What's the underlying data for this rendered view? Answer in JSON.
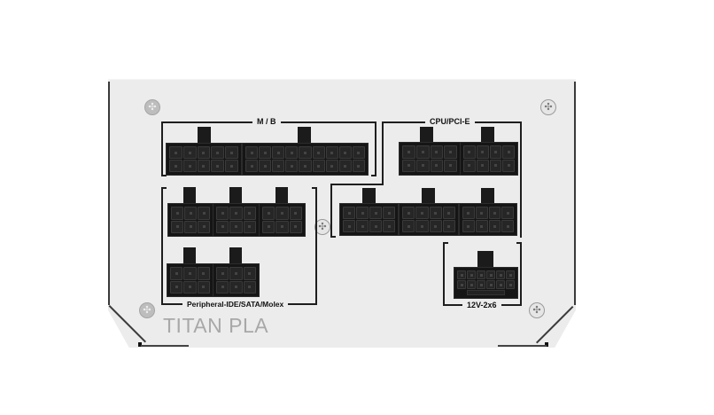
{
  "product": {
    "brand_text": "TITAN PLA",
    "panel_color": "#ececec",
    "connector_color": "#151515"
  },
  "sections": {
    "mb": {
      "label": "M / B",
      "connectors": [
        "10-pin (5x2)",
        "18-pin (9x2)"
      ]
    },
    "cpu_pcie": {
      "label": "CPU/PCI-E",
      "connectors_top": [
        "8-pin",
        "8-pin"
      ],
      "connectors_bottom": [
        "8-pin",
        "8-pin",
        "8-pin"
      ]
    },
    "peripheral": {
      "label": "Peripheral-IDE/SATA/Molex",
      "connectors_top": [
        "6-pin",
        "6-pin",
        "6-pin"
      ],
      "connectors_bottom": [
        "6-pin",
        "6-pin"
      ]
    },
    "hpwr": {
      "label": "12V-2x6",
      "connectors": [
        "12-pin"
      ]
    }
  },
  "icons": {
    "screw": "screw-icon"
  }
}
